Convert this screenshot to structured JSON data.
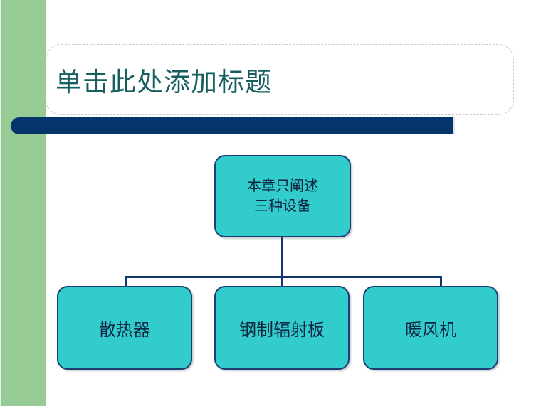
{
  "slide": {
    "title_placeholder": "单击此处添加标题",
    "background_color": "#ffffff",
    "accent_band_color": "#96cb96",
    "accent_bar_color": "#03356b",
    "title_color": "#165e60"
  },
  "diagram": {
    "type": "org-chart",
    "node_fill_color": "#33cccd",
    "node_border_color": "#1b3f73",
    "connector_color": "#12356b",
    "root": {
      "label": "本章只阐述\n三种设备"
    },
    "children": [
      {
        "label": "散热器"
      },
      {
        "label": "钢制辐射板"
      },
      {
        "label": "暖风机"
      }
    ]
  }
}
